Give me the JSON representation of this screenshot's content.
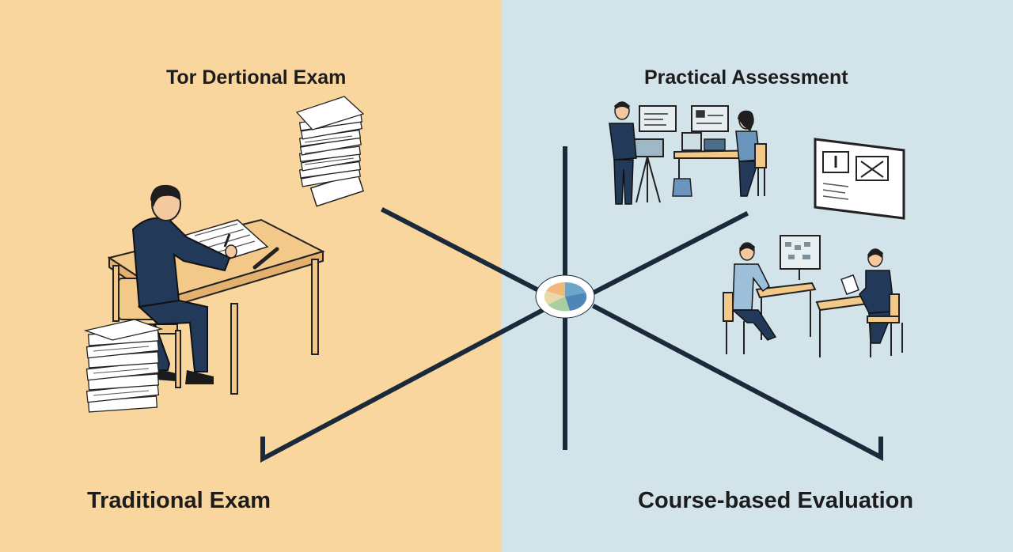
{
  "labels": {
    "top_left": "Tor Dertional Exam",
    "top_right": "Practical Assessment",
    "bottom_left": "Traditional Exam",
    "bottom_right": "Course-based Evaluation"
  },
  "colors": {
    "left_panel": "#f9d69d",
    "right_panel": "#d2e3ea",
    "connector": "#1b2a3a",
    "suit": "#22395a",
    "desk": "#f3c98a"
  },
  "icons": [
    "paper-stack-icon",
    "exam-taker-illustration",
    "compass-hub-icon",
    "practical-team-illustration",
    "presentation-board-icon",
    "computer-lab-illustration"
  ]
}
